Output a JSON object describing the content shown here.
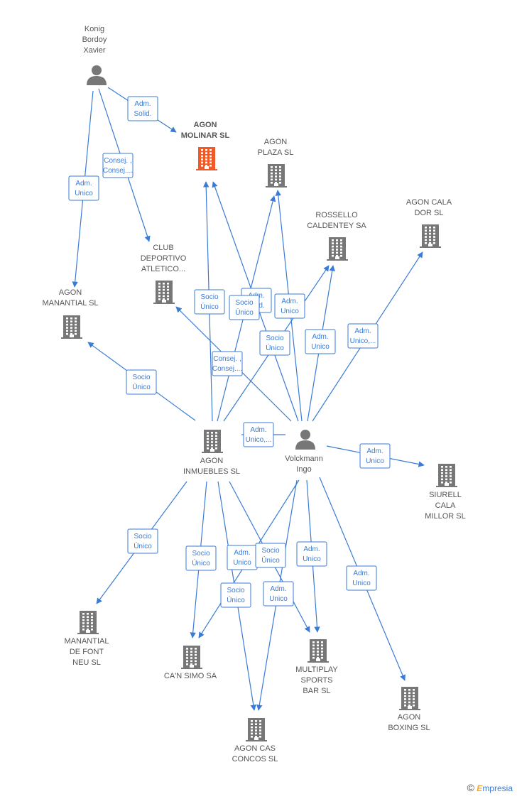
{
  "colors": {
    "edge": "#3a7bd5",
    "company": "#777777",
    "company_highlight": "#f05a28",
    "person": "#777777",
    "text": "#555555"
  },
  "nodes": [
    {
      "id": "konig",
      "type": "person",
      "lines": [
        "Konig",
        "Bordoy",
        "Xavier"
      ]
    },
    {
      "id": "molinar",
      "type": "company",
      "highlight": true,
      "lines": [
        "AGON",
        "MOLINAR  SL"
      ]
    },
    {
      "id": "plaza",
      "type": "company",
      "lines": [
        "AGON",
        "PLAZA  SL"
      ]
    },
    {
      "id": "rossello",
      "type": "company",
      "lines": [
        "ROSSELLO",
        "CALDENTEY SA"
      ]
    },
    {
      "id": "calador",
      "type": "company",
      "lines": [
        "AGON CALA",
        "DOR SL"
      ]
    },
    {
      "id": "club",
      "type": "company",
      "lines": [
        "CLUB",
        "DEPORTIVO",
        "ATLETICO..."
      ]
    },
    {
      "id": "manantial",
      "type": "company",
      "lines": [
        "AGON",
        "MANANTIAL  SL"
      ]
    },
    {
      "id": "inmuebles",
      "type": "company",
      "lines": [
        "AGON",
        "INMUEBLES  SL"
      ]
    },
    {
      "id": "volckmann",
      "type": "person",
      "lines": [
        "Volckmann",
        "Ingo"
      ]
    },
    {
      "id": "siurell",
      "type": "company",
      "lines": [
        "SIURELL",
        "CALA",
        "MILLOR  SL"
      ]
    },
    {
      "id": "manantialfont",
      "type": "company",
      "lines": [
        "MANANTIAL",
        "DE FONT",
        "NEU SL"
      ]
    },
    {
      "id": "cansimo",
      "type": "company",
      "lines": [
        "CA'N SIMO SA"
      ]
    },
    {
      "id": "multiplay",
      "type": "company",
      "lines": [
        "MULTIPLAY",
        "SPORTS",
        "BAR  SL"
      ]
    },
    {
      "id": "boxing",
      "type": "company",
      "lines": [
        "AGON",
        "BOXING  SL"
      ]
    },
    {
      "id": "concos",
      "type": "company",
      "lines": [
        "AGON CAS",
        "CONCOS  SL"
      ]
    }
  ],
  "edge_labels": [
    [
      "Adm.",
      "Solid."
    ],
    [
      "Consej. ,",
      "Consej...."
    ],
    [
      "Adm.",
      "Unico"
    ],
    [
      "Socio",
      "Único"
    ],
    [
      "Socio",
      "Único"
    ],
    [
      "Adm.",
      "Unid."
    ],
    [
      "Socio",
      "Único"
    ],
    [
      "Adm.",
      "Unico"
    ],
    [
      "Socio",
      "Único"
    ],
    [
      "Adm.",
      "Unico"
    ],
    [
      "Consej. ,",
      "Consej...."
    ],
    [
      "Adm.",
      "Unico,..."
    ],
    [
      "Adm.",
      "Unico,..."
    ],
    [
      "Adm.",
      "Unico"
    ],
    [
      "Socio",
      "Único"
    ],
    [
      "Socio",
      "Único"
    ],
    [
      "Adm.",
      "Unico"
    ],
    [
      "Socio",
      "Único"
    ],
    [
      "Adm.",
      "Unico"
    ],
    [
      "Socio",
      "Único"
    ],
    [
      "Adm.",
      "Unico"
    ],
    [
      "Adm.",
      "Unico"
    ]
  ],
  "watermark": {
    "copyright": "©",
    "brand_initial": "E",
    "brand_rest": "mpresia"
  }
}
